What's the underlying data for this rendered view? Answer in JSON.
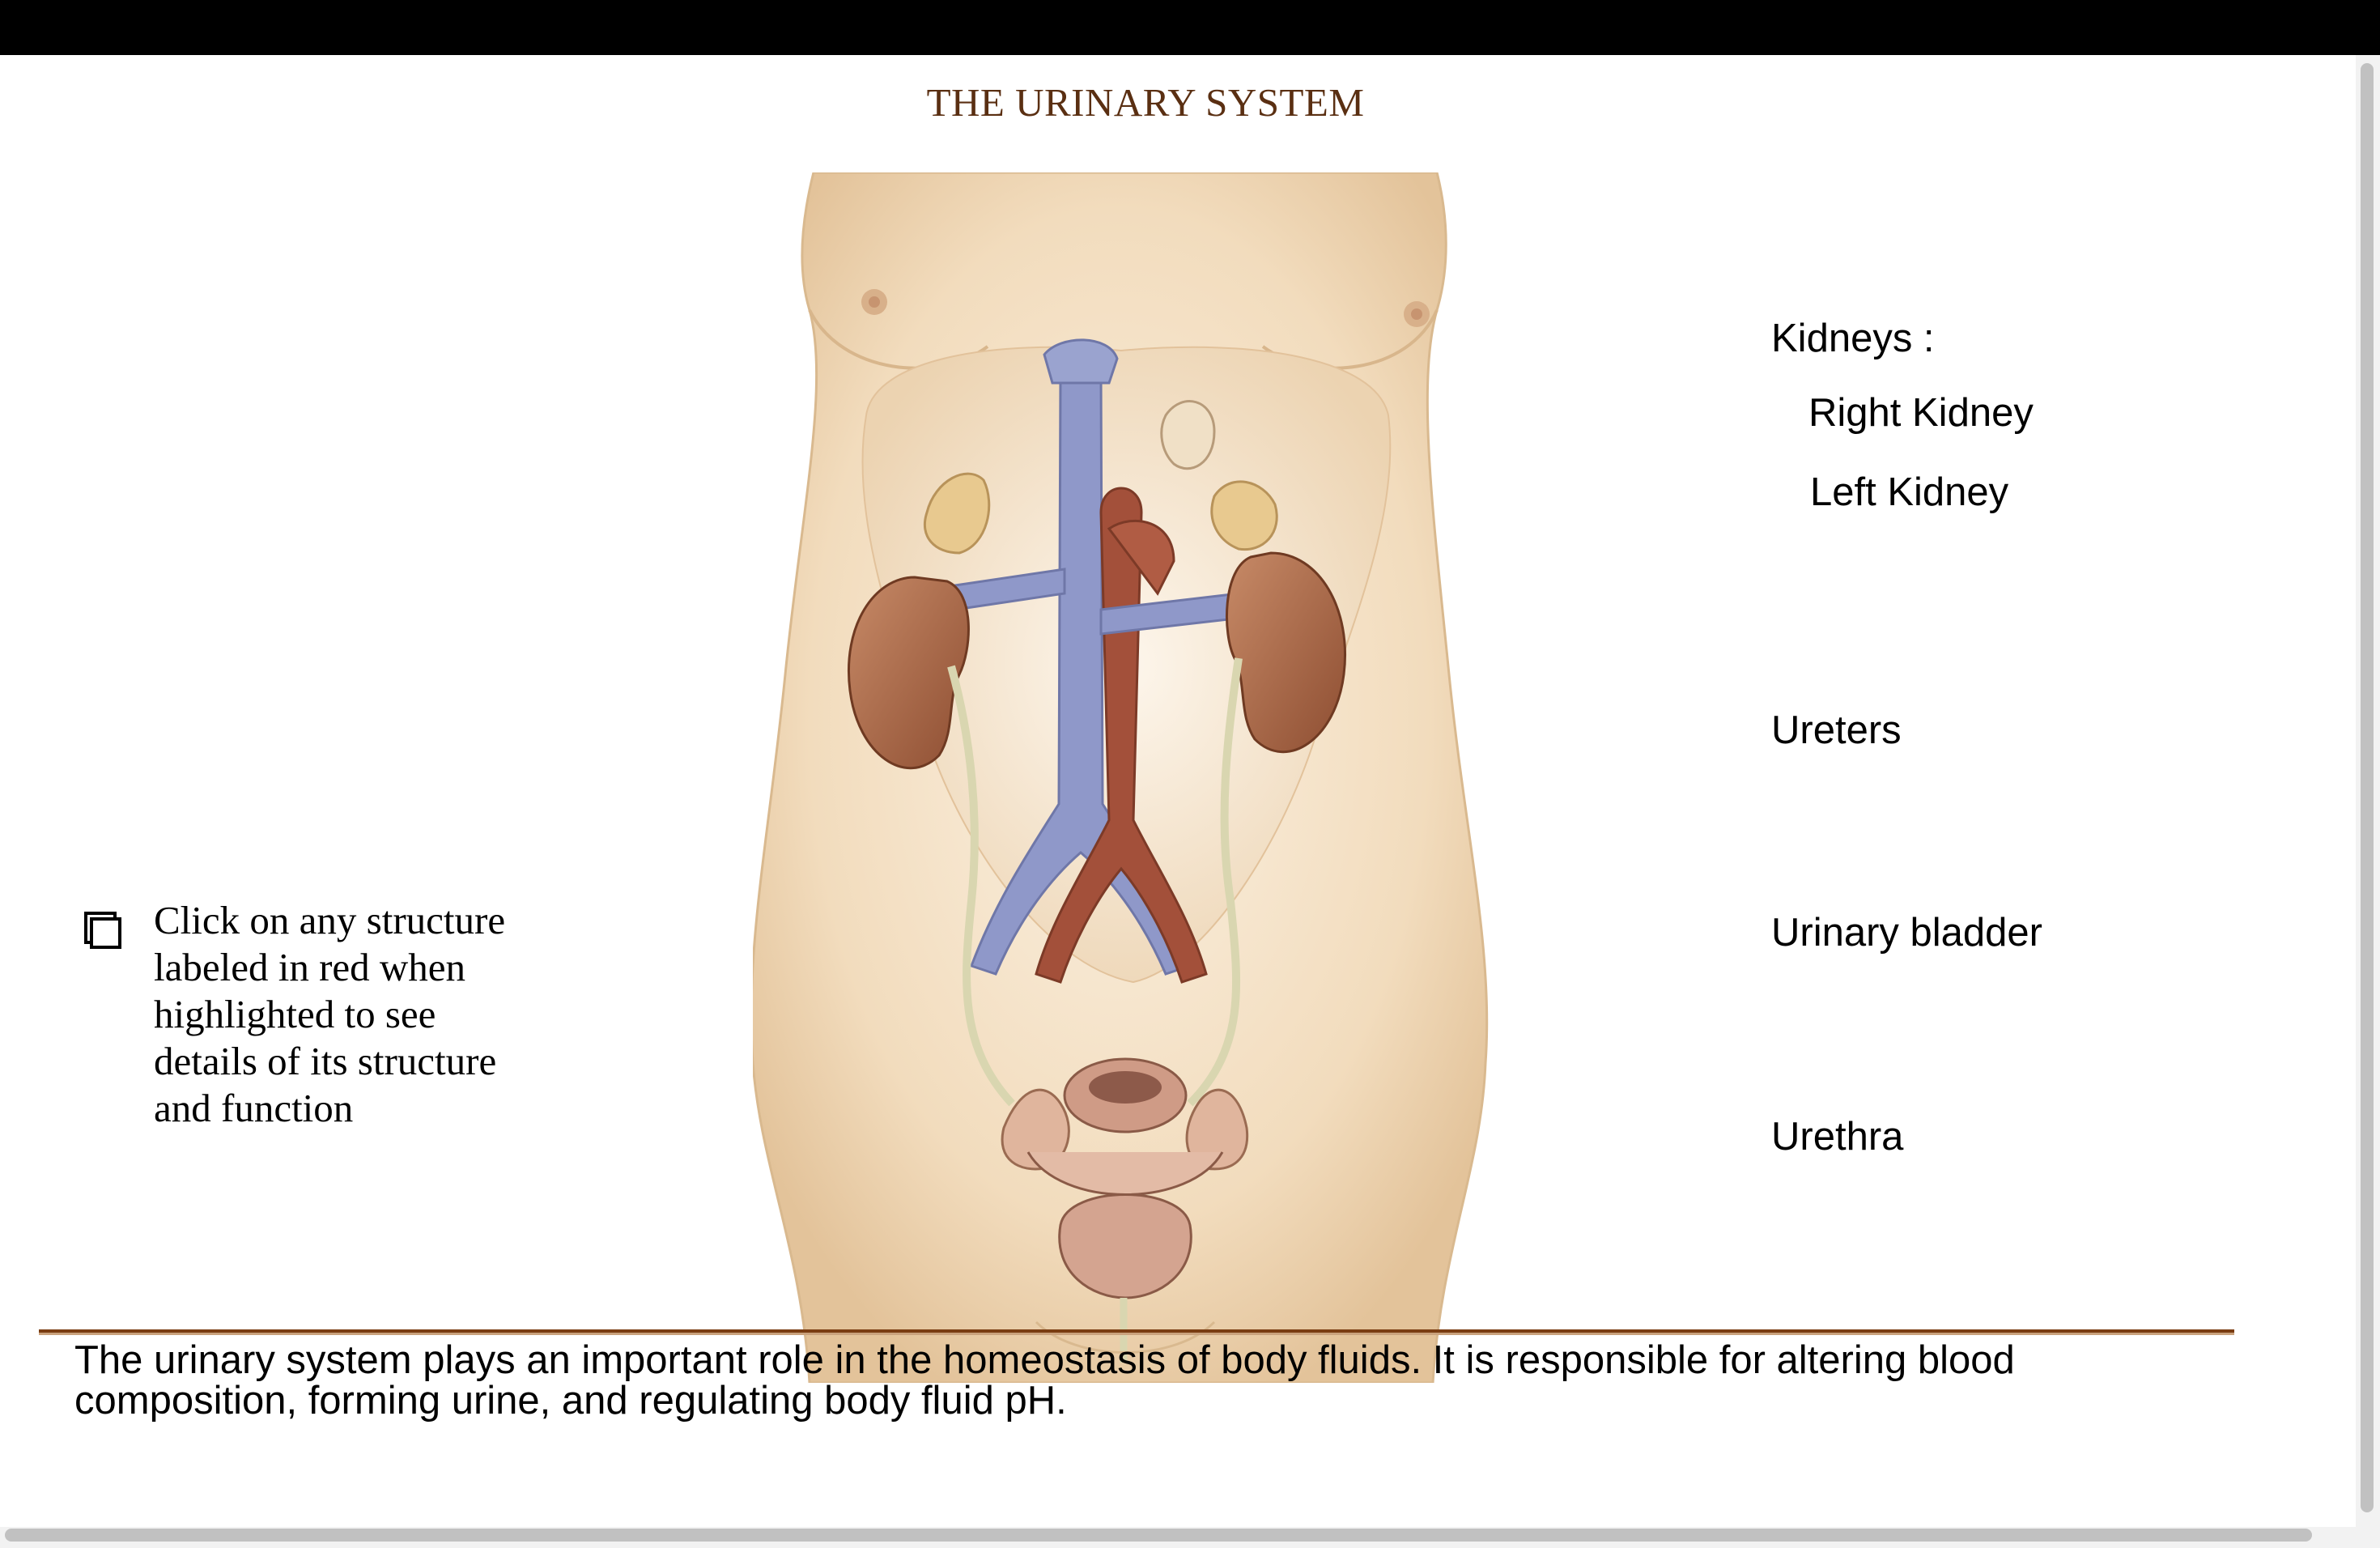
{
  "page": {
    "title": "THE URINARY SYSTEM"
  },
  "labels": {
    "kidneys": "Kidneys :",
    "right_kidney": "Right Kidney",
    "left_kidney": "Left Kidney",
    "ureters": "Ureters",
    "urinary_bladder": "Urinary bladder",
    "urethra": "Urethra"
  },
  "hint": {
    "lines": [
      "Click on any structure",
      "labeled in red when",
      "highlighted to see",
      "details of its structure",
      "and function"
    ]
  },
  "description": {
    "lines": [
      "The urinary system plays an important role in the homeostasis of body fluids. It is responsible for altering blood",
      "composition, forming urine, and regulating body fluid pH."
    ]
  },
  "colors": {
    "title": "#5a2f12",
    "divider": "#7a3d12",
    "skin": "#f3dfc3",
    "kidney": "#a4603f",
    "vein": "#8f98c9",
    "artery": "#a3503a"
  }
}
